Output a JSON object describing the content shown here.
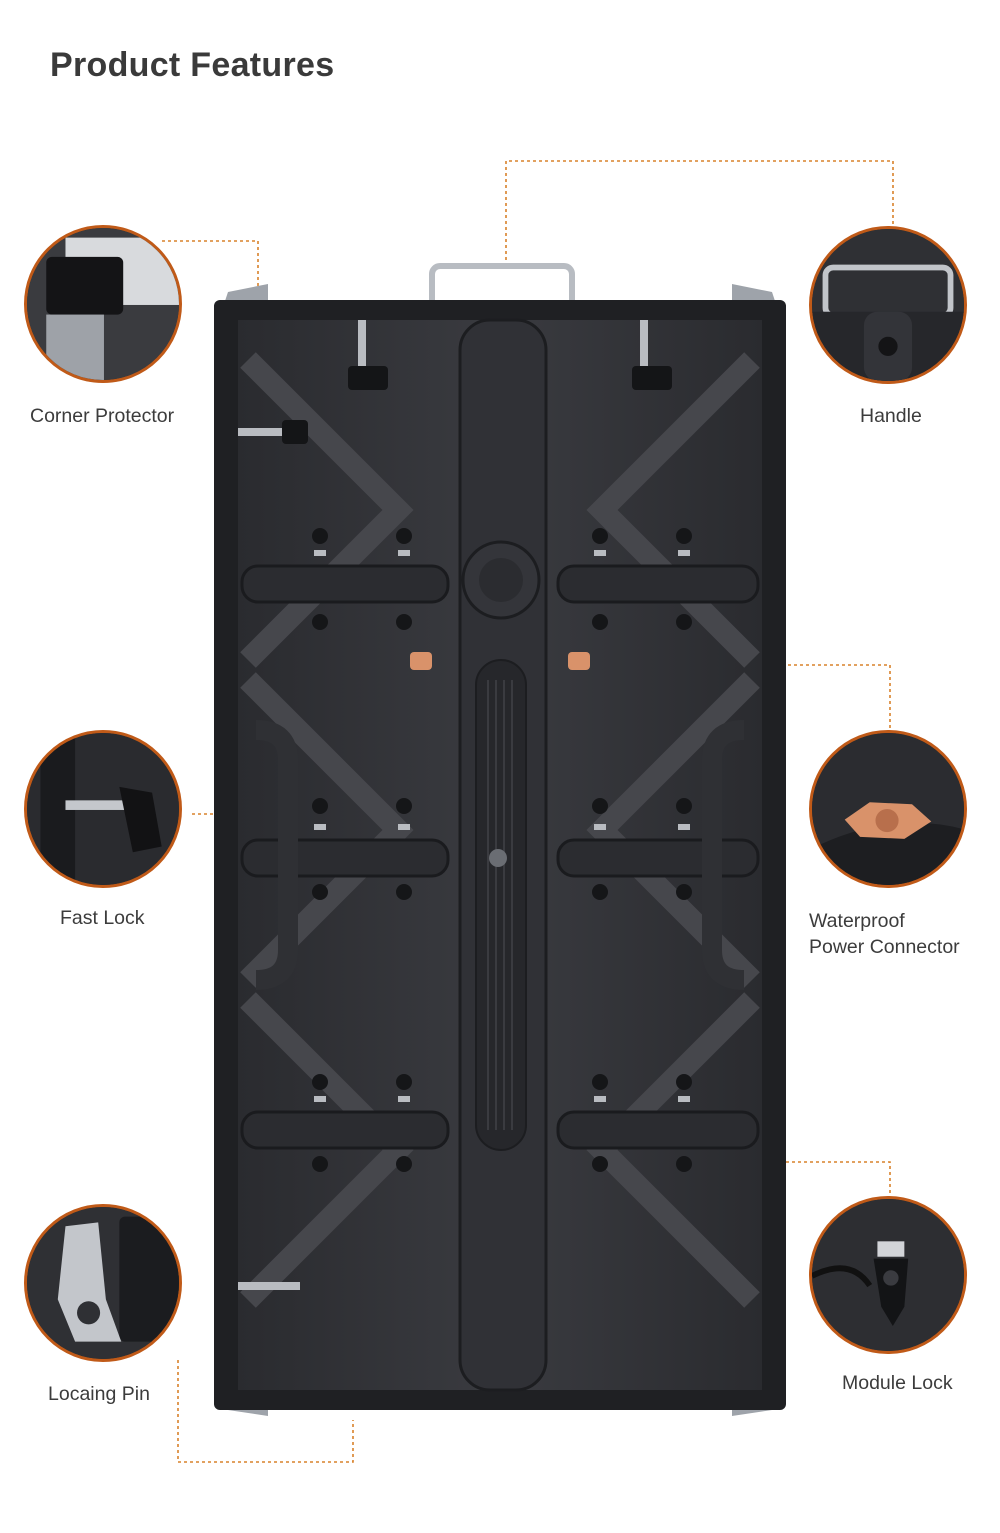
{
  "page": {
    "title": "Product Features"
  },
  "features": {
    "corner_protector": "Corner Protector",
    "handle": "Handle",
    "fast_lock": "Fast Lock",
    "waterproof_line1": "Waterproof",
    "waterproof_line2": "Power Connector",
    "locating_pin": "Locaing Pin",
    "module_lock": "Module Lock"
  },
  "colors": {
    "accent": "#d9822b",
    "circle_border": "#c05a18",
    "cabinet": "#2c2d31",
    "connector": "#d9926a"
  }
}
